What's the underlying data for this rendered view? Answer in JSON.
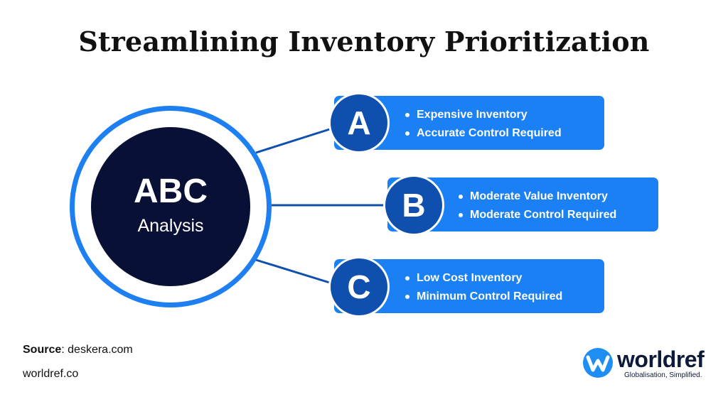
{
  "title": "Streamlining Inventory Prioritization",
  "center": {
    "main": "ABC",
    "sub": "Analysis"
  },
  "categories": [
    {
      "letter": "A",
      "points": [
        "Expensive Inventory",
        "Accurate Control Required"
      ]
    },
    {
      "letter": "B",
      "points": [
        "Moderate Value Inventory",
        "Moderate Control Required"
      ]
    },
    {
      "letter": "C",
      "points": [
        "Low Cost Inventory",
        "Minimum Control Required"
      ]
    }
  ],
  "footer": {
    "source_label": "Source",
    "source_value": ": deskera.com",
    "site": "worldref.co"
  },
  "logo": {
    "name": "worldref",
    "tagline": "Globalisation, Simplified."
  },
  "colors": {
    "accent": "#1a80f4",
    "badge": "#0f4fae",
    "core": "#081035",
    "ring": "#1e7ff0"
  }
}
